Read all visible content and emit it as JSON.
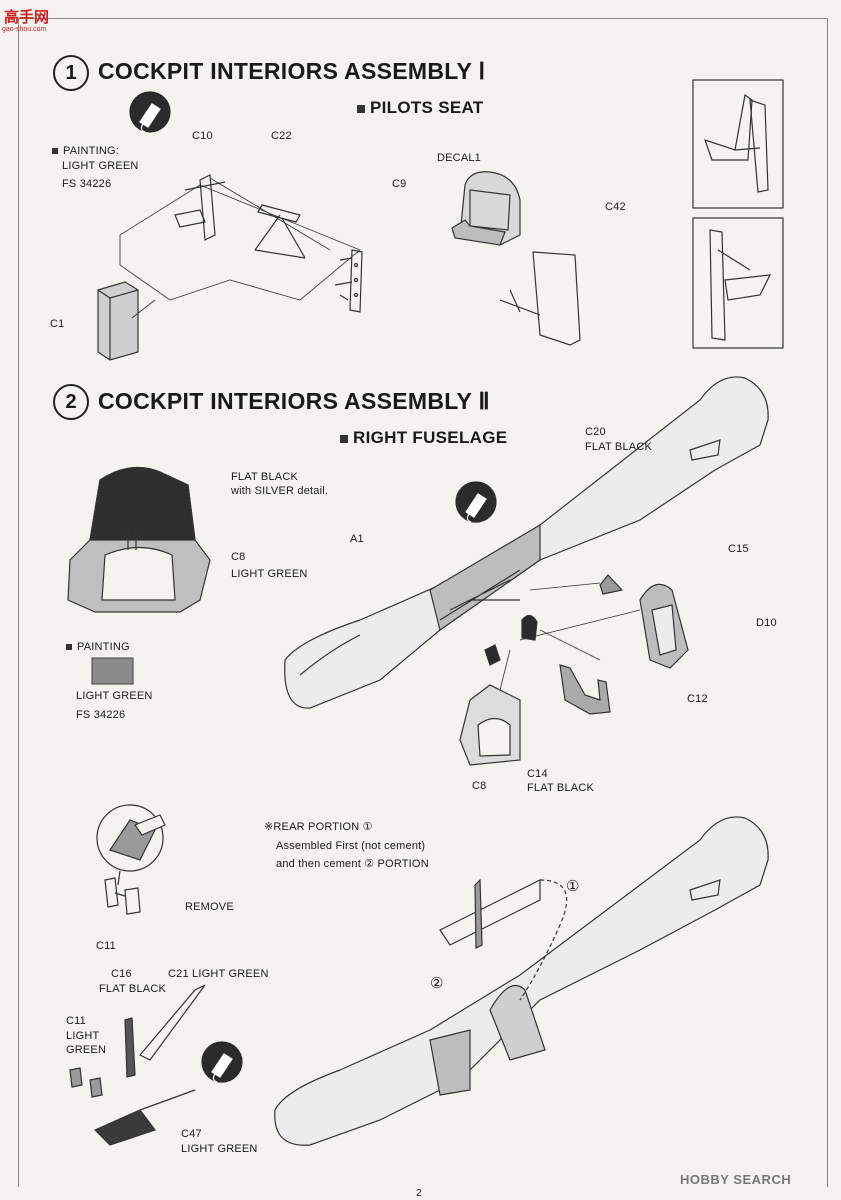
{
  "site_logo": {
    "text": "高手网",
    "subtext": "gao-shou.com"
  },
  "watermark": "HOBBY SEARCH",
  "page_number": "2",
  "step1": {
    "number": "1",
    "title": "COCKPIT INTERIORS ASSEMBLY Ⅰ",
    "subtitle": "PILOTS SEAT",
    "painting_label": "PAINTING:",
    "painting_color": "LIGHT GREEN",
    "painting_fs": "FS 34226",
    "labels": {
      "c10": "C10",
      "c22": "C22",
      "c9": "C9",
      "c1": "C1",
      "decal1": "DECAL1",
      "c42": "C42"
    }
  },
  "step2": {
    "number": "2",
    "title": "COCKPIT INTERIORS ASSEMBLY Ⅱ",
    "subtitle": "RIGHT FUSELAGE",
    "flat_black_line1": "FLAT BLACK",
    "flat_black_line2": "with SILVER detail.",
    "c8_label": "C8",
    "c8_color": "LIGHT GREEN",
    "painting_label": "PAINTING",
    "painting_color": "LIGHT GREEN",
    "painting_fs": "FS 34226",
    "labels": {
      "a1": "A1",
      "c20": "C20",
      "c20_color": "FLAT BLACK",
      "c15": "C15",
      "d10": "D10",
      "c12": "C12",
      "c8": "C8",
      "c14": "C14",
      "c14_color": "FLAT BLACK"
    }
  },
  "step3": {
    "note_line1": "※REAR PORTION ①",
    "note_line2": "Assembled First (not cement)",
    "note_line3": "and then cement ② PORTION",
    "remove": "REMOVE",
    "c11": "C11",
    "c16": "C16",
    "c16_color": "FLAT BLACK",
    "c21": "C21 LIGHT GREEN",
    "c11b_line1": "C11",
    "c11b_line2": "LIGHT",
    "c11b_line3": "GREEN",
    "c47": "C47",
    "c47_color": "LIGHT GREEN",
    "marker1": "①",
    "marker2": "②"
  }
}
